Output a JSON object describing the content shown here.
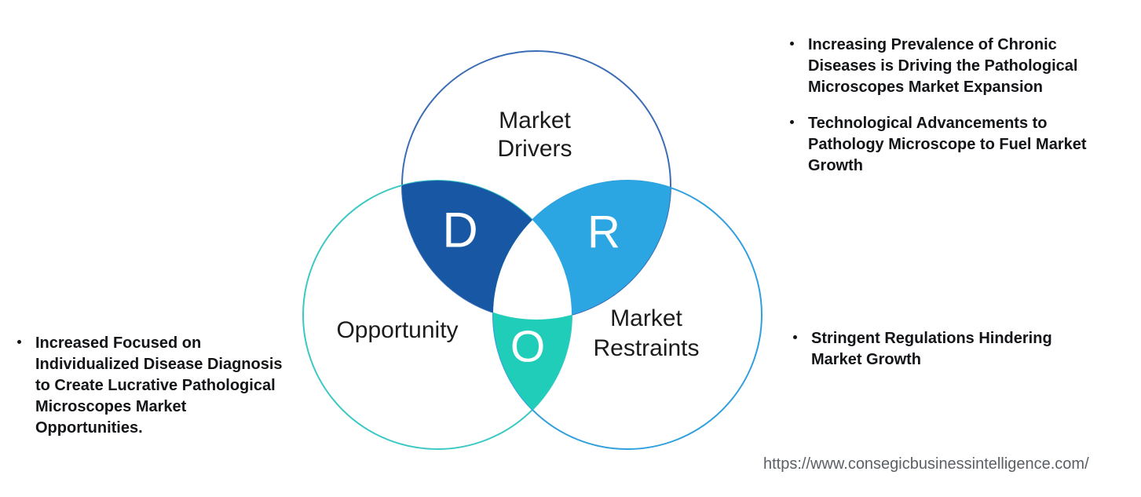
{
  "diagram": {
    "drivers": {
      "label": "Market\nDrivers",
      "letter": "D",
      "fill": "#1757A4",
      "stroke": "#3A6CB5"
    },
    "opportunity": {
      "label": "Opportunity",
      "letter": "O",
      "fill": "#1FCDB9",
      "stroke": "#3AC8C4"
    },
    "restraints": {
      "label": "Market\nRestraints",
      "letter": "R",
      "fill": "#2BA6E2",
      "stroke": "#2F9FDE"
    },
    "triple_overlap_fill": "#FFFFFF"
  },
  "notes": {
    "left": [
      {
        "text": "Increased Focused on\nIndividualized Disease Diagnosis\nto Create Lucrative Pathological\nMicroscopes Market\nOpportunities."
      }
    ],
    "right_top": [
      {
        "text": "Increasing Prevalence of Chronic\nDiseases is Driving the Pathological\nMicroscopes Market Expansion"
      },
      {
        "text": "Technological Advancements to\nPathology Microscope to Fuel Market\nGrowth"
      }
    ],
    "right_bottom": [
      {
        "text": "Stringent Regulations Hindering\nMarket Growth"
      }
    ]
  },
  "footer": {
    "url": "https://www.consegicbusinessintelligence.com/"
  }
}
